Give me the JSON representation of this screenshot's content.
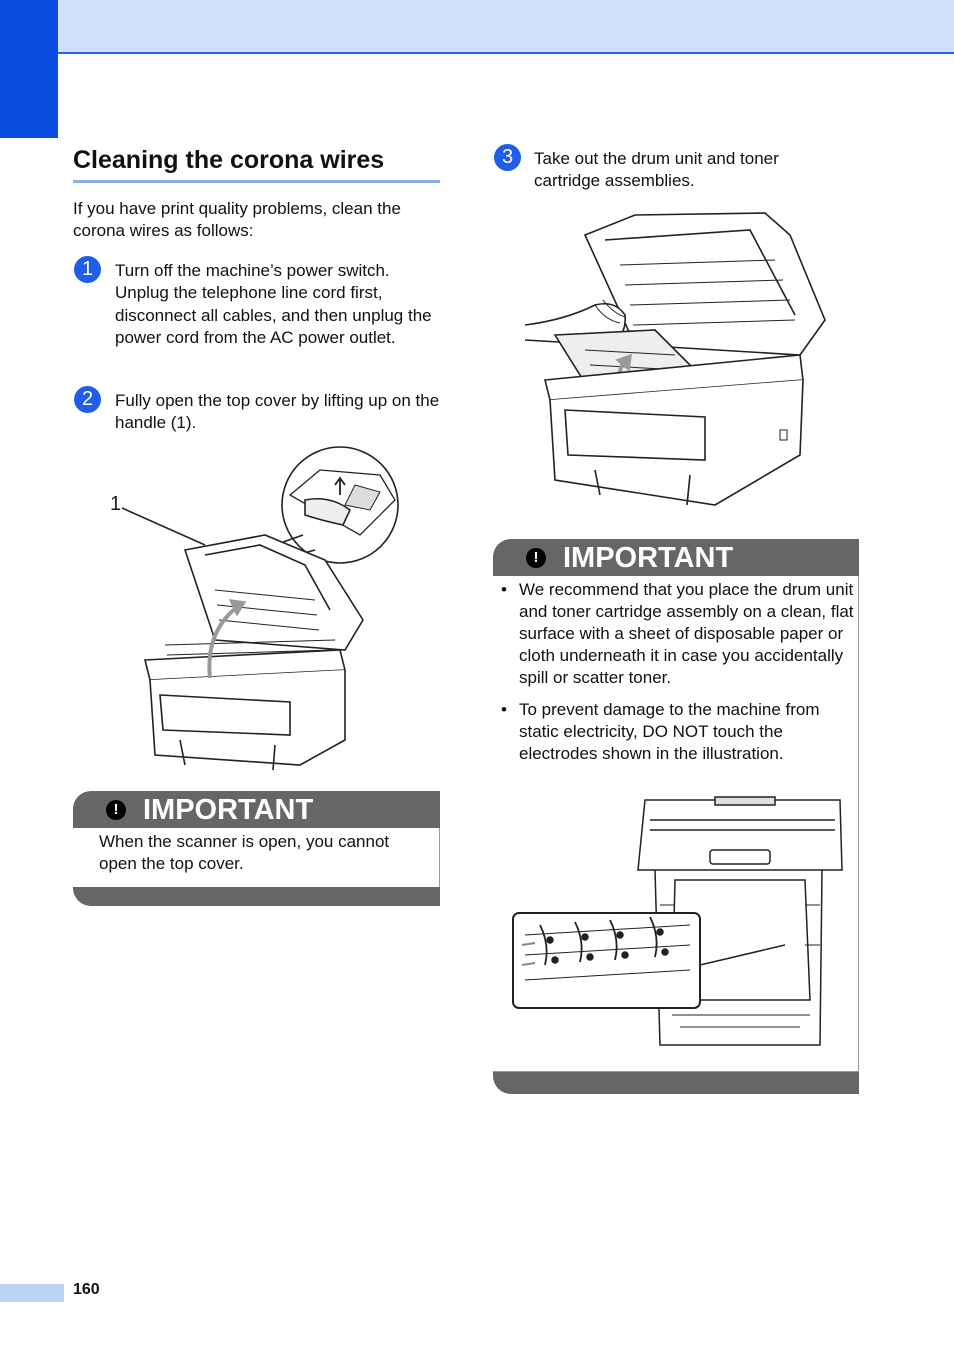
{
  "section": {
    "title": "Cleaning the corona wires",
    "intro": "If you have print quality problems, clean the corona wires as follows:"
  },
  "steps": [
    {
      "num": "1",
      "text": "Turn off the machine’s power switch. Unplug the telephone line cord first, disconnect all cables, and then unplug the power cord from the AC power outlet."
    },
    {
      "num": "2",
      "text": "Fully open the top cover by lifting up on the handle (1)."
    },
    {
      "num": "3",
      "text": "Take out the drum unit and toner cartridge assemblies."
    }
  ],
  "callout_label": "1",
  "important_1": {
    "label": "IMPORTANT",
    "text": "When the scanner is open, you cannot open the top cover."
  },
  "important_2": {
    "label": "IMPORTANT",
    "bullets": [
      "We recommend that you place the drum unit and toner cartridge assembly on a clean, flat surface with a sheet of disposable paper or cloth underneath it in case you accidentally spill or scatter toner.",
      "To prevent damage to the machine from static electricity, DO NOT touch the electrodes shown in the illustration."
    ]
  },
  "page_number": "160"
}
